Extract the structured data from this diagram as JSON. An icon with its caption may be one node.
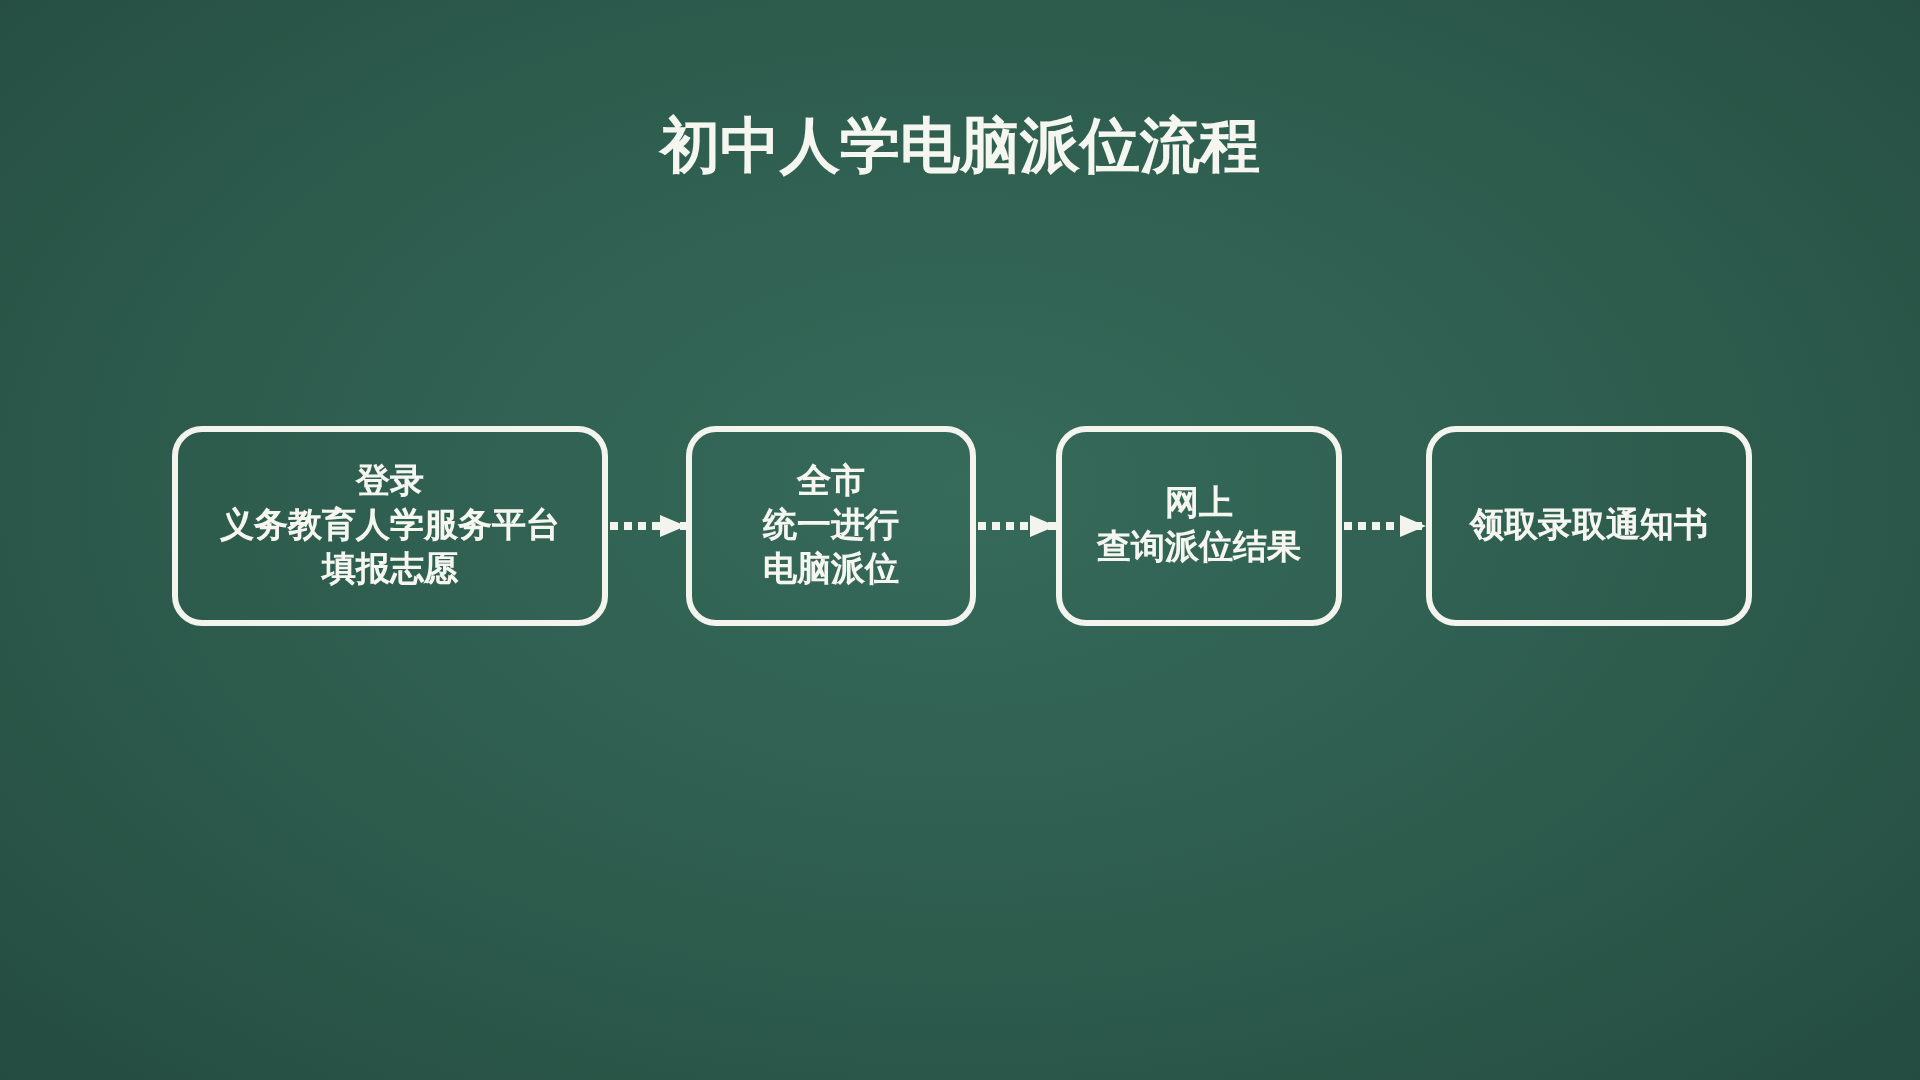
{
  "diagram": {
    "title": "初中人学电脑派位流程",
    "nodes": [
      {
        "text": [
          "登录义务教育人学服务平台填报志愿"
        ]
      },
      {
        "text": [
          "全市统一进行电脑派位"
        ]
      },
      {
        "text": [
          "网上查询派位结果"
        ]
      },
      {
        "text": [
          "领取录取通知书"
        ]
      }
    ],
    "edges": [
      {
        "from": 0,
        "to": 1,
        "arrow": "to"
      },
      {
        "from": 1,
        "to": 2,
        "arrow": "to"
      },
      {
        "from": 2,
        "to": 3,
        "arrow": "to"
      }
    ]
  }
}
